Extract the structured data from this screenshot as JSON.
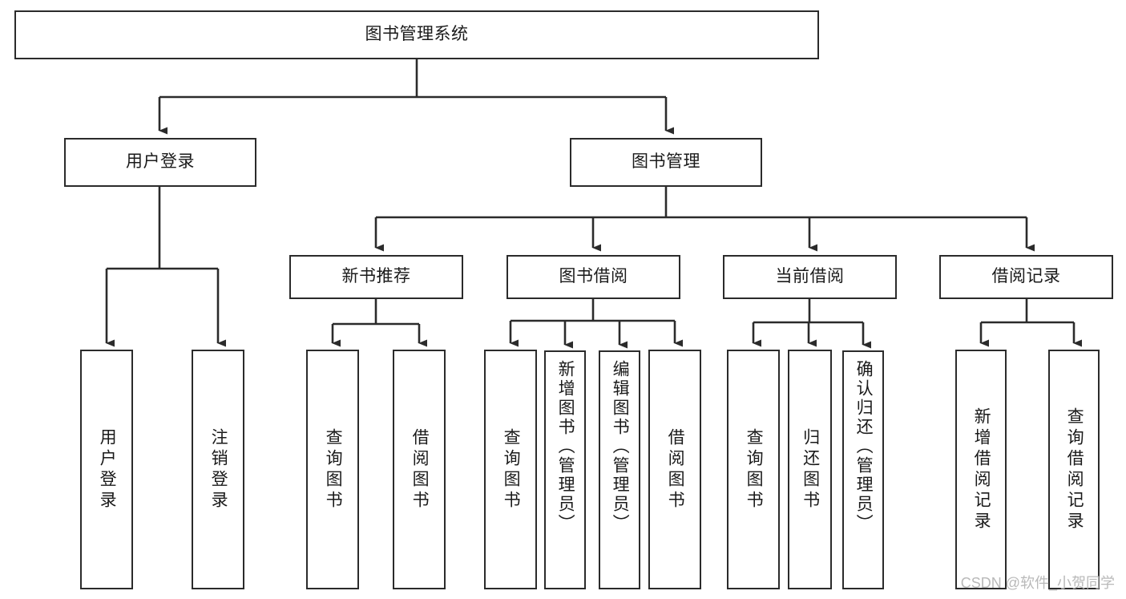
{
  "diagram": {
    "type": "tree-hierarchy",
    "title": "图书管理系统",
    "stroke_color": "#2b2b2b",
    "background_color": "#ffffff",
    "text_color": "#1a1a1a",
    "levels": {
      "root": "图书管理系统",
      "level2": [
        "用户登录",
        "图书管理"
      ],
      "level3": [
        "新书推荐",
        "图书借阅",
        "当前借阅",
        "借阅记录"
      ]
    },
    "nodes": {
      "root": {
        "label": "图书管理系统"
      },
      "user_login": {
        "label": "用户登录"
      },
      "book_manage": {
        "label": "图书管理"
      },
      "new_book_rec": {
        "label": "新书推荐"
      },
      "book_borrow": {
        "label": "图书借阅"
      },
      "current_borrow": {
        "label": "当前借阅"
      },
      "borrow_record": {
        "label": "借阅记录"
      },
      "leaf_user_login": {
        "label": "用户登录"
      },
      "leaf_logout": {
        "label": "注销登录"
      },
      "leaf_query_book_1": {
        "label": "查询图书"
      },
      "leaf_borrow_book_1": {
        "label": "借阅图书"
      },
      "leaf_query_book_2": {
        "label": "查询图书"
      },
      "leaf_add_book": {
        "label": "新增图书（管理员）"
      },
      "leaf_edit_book": {
        "label": "编辑图书（管理员）"
      },
      "leaf_borrow_book_2": {
        "label": "借阅图书"
      },
      "leaf_query_book_3": {
        "label": "查询图书"
      },
      "leaf_return_book": {
        "label": "归还图书"
      },
      "leaf_confirm_return": {
        "label": "确认归还（管理员）"
      },
      "leaf_add_record": {
        "label": "新增借阅记录"
      },
      "leaf_query_record": {
        "label": "查询借阅记录"
      }
    }
  },
  "watermark": {
    "text": "CSDN @软件_小贺同学"
  }
}
